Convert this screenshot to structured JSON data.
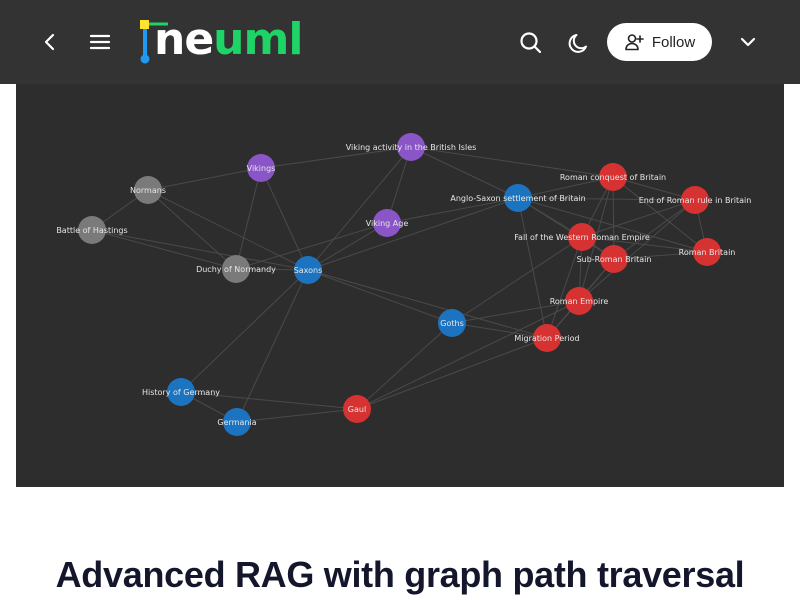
{
  "header": {
    "logo_text": {
      "i": "i",
      "ne": "ne",
      "u": "u",
      "ml": "ml"
    },
    "follow_label": "Follow",
    "icons": [
      "back-icon",
      "menu-icon",
      "search-icon",
      "moon-icon",
      "user-plus-icon",
      "chevron-down-icon"
    ],
    "logo_colors": {
      "green": "#1fd466",
      "yellow": "#ffe333",
      "blue": "#1e9bf0"
    }
  },
  "graph": {
    "colors": {
      "purple": "#8a55c7",
      "blue": "#1c74c0",
      "red": "#d63232",
      "gray": "#7a7a7a",
      "edge": "#4a4a4a",
      "label": "#e6e6e6"
    },
    "nodes": [
      {
        "id": "viking-activity",
        "label": "Viking activity in the British Isles",
        "group": "purple"
      },
      {
        "id": "vikings",
        "label": "Vikings",
        "group": "purple"
      },
      {
        "id": "viking-age",
        "label": "Viking Age",
        "group": "purple"
      },
      {
        "id": "normans",
        "label": "Normans",
        "group": "gray"
      },
      {
        "id": "battle-hastings",
        "label": "Battle of Hastings",
        "group": "gray"
      },
      {
        "id": "duchy-normandy",
        "label": "Duchy of Normandy",
        "group": "gray"
      },
      {
        "id": "saxons",
        "label": "Saxons",
        "group": "blue"
      },
      {
        "id": "anglo-saxon",
        "label": "Anglo-Saxon settlement of Britain",
        "group": "blue"
      },
      {
        "id": "goths",
        "label": "Goths",
        "group": "blue"
      },
      {
        "id": "history-germany",
        "label": "History of Germany",
        "group": "blue"
      },
      {
        "id": "germania",
        "label": "Germania",
        "group": "blue"
      },
      {
        "id": "roman-conquest",
        "label": "Roman conquest of Britain",
        "group": "red"
      },
      {
        "id": "end-roman-rule",
        "label": "End of Roman rule in Britain",
        "group": "red"
      },
      {
        "id": "fall-western",
        "label": "Fall of the Western Roman Empire",
        "group": "red"
      },
      {
        "id": "sub-roman",
        "label": "Sub-Roman Britain",
        "group": "red"
      },
      {
        "id": "roman-britain",
        "label": "Roman Britain",
        "group": "red"
      },
      {
        "id": "roman-empire",
        "label": "Roman Empire",
        "group": "red"
      },
      {
        "id": "migration-period",
        "label": "Migration Period",
        "group": "red"
      },
      {
        "id": "gaul",
        "label": "Gaul",
        "group": "red"
      }
    ],
    "edges": [
      [
        "vikings",
        "viking-activity"
      ],
      [
        "vikings",
        "normans"
      ],
      [
        "vikings",
        "saxons"
      ],
      [
        "vikings",
        "duchy-normandy"
      ],
      [
        "viking-activity",
        "viking-age"
      ],
      [
        "viking-activity",
        "saxons"
      ],
      [
        "viking-activity",
        "anglo-saxon"
      ],
      [
        "viking-activity",
        "roman-conquest"
      ],
      [
        "viking-age",
        "saxons"
      ],
      [
        "viking-age",
        "duchy-normandy"
      ],
      [
        "viking-age",
        "anglo-saxon"
      ],
      [
        "normans",
        "battle-hastings"
      ],
      [
        "normans",
        "duchy-normandy"
      ],
      [
        "normans",
        "saxons"
      ],
      [
        "battle-hastings",
        "duchy-normandy"
      ],
      [
        "battle-hastings",
        "saxons"
      ],
      [
        "duchy-normandy",
        "saxons"
      ],
      [
        "saxons",
        "anglo-saxon"
      ],
      [
        "saxons",
        "goths"
      ],
      [
        "saxons",
        "history-germany"
      ],
      [
        "saxons",
        "germania"
      ],
      [
        "saxons",
        "migration-period"
      ],
      [
        "anglo-saxon",
        "roman-conquest"
      ],
      [
        "anglo-saxon",
        "end-roman-rule"
      ],
      [
        "anglo-saxon",
        "fall-western"
      ],
      [
        "anglo-saxon",
        "sub-roman"
      ],
      [
        "anglo-saxon",
        "roman-britain"
      ],
      [
        "anglo-saxon",
        "migration-period"
      ],
      [
        "roman-conquest",
        "end-roman-rule"
      ],
      [
        "roman-conquest",
        "fall-western"
      ],
      [
        "roman-conquest",
        "roman-britain"
      ],
      [
        "roman-conquest",
        "sub-roman"
      ],
      [
        "roman-conquest",
        "roman-empire"
      ],
      [
        "end-roman-rule",
        "fall-western"
      ],
      [
        "end-roman-rule",
        "sub-roman"
      ],
      [
        "end-roman-rule",
        "roman-britain"
      ],
      [
        "end-roman-rule",
        "roman-empire"
      ],
      [
        "fall-western",
        "sub-roman"
      ],
      [
        "fall-western",
        "roman-empire"
      ],
      [
        "fall-western",
        "goths"
      ],
      [
        "fall-western",
        "migration-period"
      ],
      [
        "fall-western",
        "roman-britain"
      ],
      [
        "sub-roman",
        "roman-britain"
      ],
      [
        "sub-roman",
        "roman-empire"
      ],
      [
        "sub-roman",
        "migration-period"
      ],
      [
        "roman-empire",
        "migration-period"
      ],
      [
        "roman-empire",
        "goths"
      ],
      [
        "roman-empire",
        "gaul"
      ],
      [
        "goths",
        "migration-period"
      ],
      [
        "migration-period",
        "gaul"
      ],
      [
        "history-germany",
        "germania"
      ],
      [
        "history-germany",
        "gaul"
      ],
      [
        "germania",
        "gaul"
      ],
      [
        "gaul",
        "goths"
      ]
    ]
  },
  "article": {
    "title": "Advanced RAG with graph path traversal"
  }
}
